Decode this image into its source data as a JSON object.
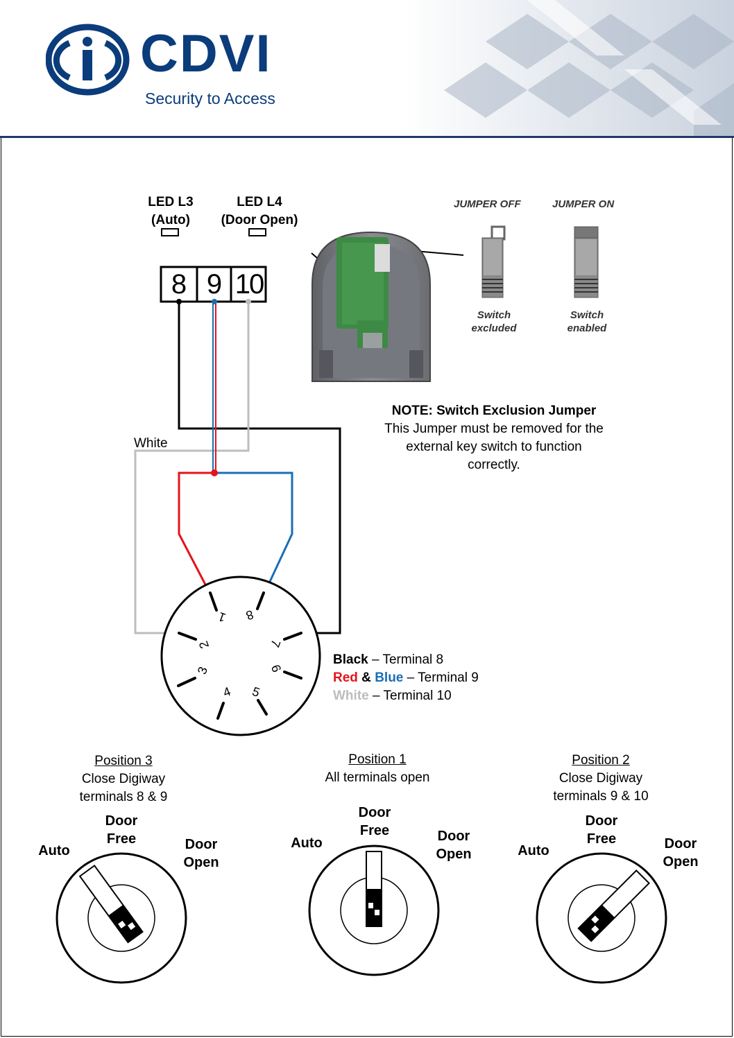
{
  "brand": {
    "name": "CDVI",
    "tagline": "Security to Access",
    "color": "#0b3c7b"
  },
  "leds": [
    {
      "line1": "LED L3",
      "line2": "(Auto)"
    },
    {
      "line1": "LED L4",
      "line2": "(Door Open)"
    }
  ],
  "terminals": [
    "8",
    "9",
    "10"
  ],
  "wire_white_label": "White",
  "jumper": {
    "off_title": "JUMPER OFF",
    "on_title": "JUMPER ON",
    "off_caption_1": "Switch",
    "off_caption_2": "excluded",
    "on_caption_1": "Switch",
    "on_caption_2": "enabled"
  },
  "note": {
    "title": "NOTE: Switch Exclusion Jumper",
    "line1": "This Jumper must be removed for the",
    "line2": "external key switch to function",
    "line3": "correctly."
  },
  "dial_numbers": [
    "1",
    "2",
    "3",
    "4",
    "5",
    "6",
    "7",
    "8"
  ],
  "legend": {
    "black": "Black",
    "black_rest": " – Terminal 8",
    "red": "Red",
    "amp": " & ",
    "blue": "Blue",
    "rb_rest": " – Terminal 9",
    "white": "White",
    "white_rest": " – Terminal 10"
  },
  "colors": {
    "black": "#000000",
    "red": "#e3141b",
    "blue": "#1a6eb5",
    "white_wire": "#bdbdbd"
  },
  "positions": [
    {
      "title": "Position 3",
      "line1": "Close Digiway",
      "line2": "terminals 8 & 9"
    },
    {
      "title": "Position 1",
      "line1": "All terminals open",
      "line2": ""
    },
    {
      "title": "Position 2",
      "line1": "Close Digiway",
      "line2": "terminals 9 & 10"
    }
  ],
  "key_labels": {
    "auto": "Auto",
    "door": "Door",
    "free": "Free",
    "open": "Open"
  }
}
